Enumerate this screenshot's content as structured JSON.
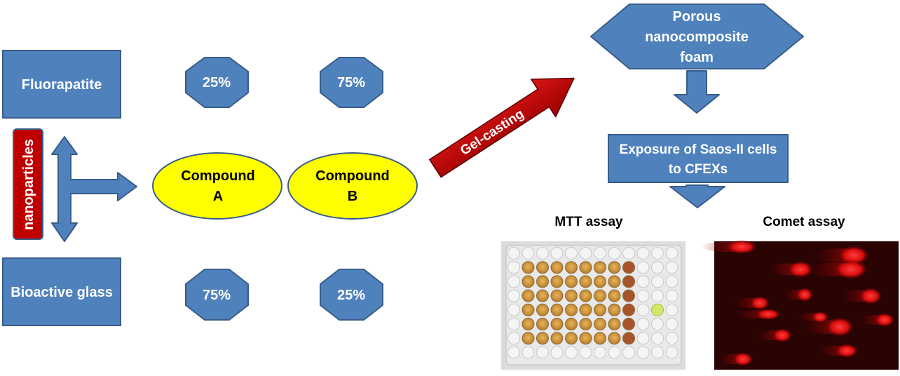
{
  "materials": {
    "fluorapatite": "Fluorapatite",
    "bioactive_glass": "Bioactive glass",
    "nanoparticles": "nanoparticles"
  },
  "ratios": {
    "a_top": "25%",
    "b_top": "75%",
    "a_bottom": "75%",
    "b_bottom": "25%"
  },
  "compounds": {
    "a_line1": "Compound",
    "a_line2": "A",
    "b_line1": "Compound",
    "b_line2": "B"
  },
  "process": {
    "gel_casting": "Gel-casting"
  },
  "foam": {
    "line1": "Porous",
    "line2": "nanocomposite",
    "line3": "foam"
  },
  "exposure": {
    "line1": "Exposure of Saos-II cells",
    "line2": "to CFEXs"
  },
  "assays": {
    "mtt": "MTT assay",
    "comet": "Comet assay"
  },
  "colors": {
    "shape_blue": "#4f81bd",
    "shape_border": "#385d8a",
    "compound_yellow": "#ffff00",
    "arrow_red": "#c00000",
    "label_red": "#c00000"
  }
}
